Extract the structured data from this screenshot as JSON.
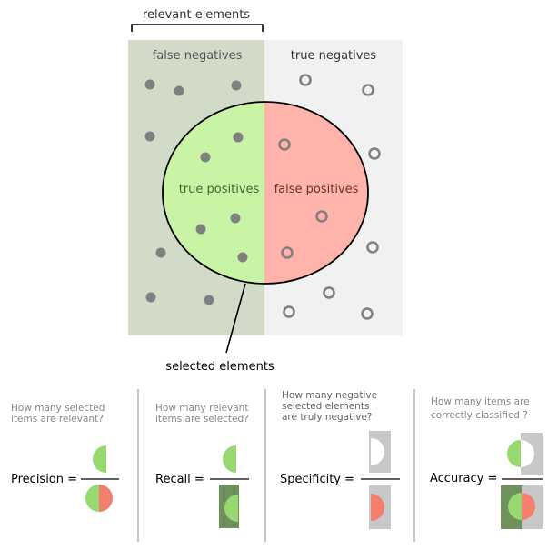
{
  "top": {
    "relevant_label": "relevant elements",
    "false_negatives": "false negatives",
    "true_negatives": "true negatives",
    "true_positives": "true positives",
    "false_positives": "false positives",
    "selected_label": "selected elements"
  },
  "colors": {
    "relevant_bg": "#d2dbc8",
    "negative_bg": "#f1f1f1",
    "tp_fill": "#c9f4a6",
    "fp_fill": "#ffb3aa",
    "dot": "#808080",
    "text_dark": "#333333",
    "text_region": "#555555",
    "text_question": "#888888",
    "green_half": "#97d870",
    "red_half": "#f37f6f",
    "dark_green_rect": "#6f925c",
    "grey_rect": "#c8c8c8"
  },
  "metrics": [
    {
      "question_line1": "How many selected",
      "question_line2": "items are relevant?",
      "label": "Precision ="
    },
    {
      "question_line1": "How many relevant",
      "question_line2": "items are selected?",
      "label": "Recall ="
    },
    {
      "question_line1": "How many negative",
      "question_line2": "selected elements",
      "question_line3": "are truly negative?",
      "label": "Specificity ="
    },
    {
      "question_line1": "How many items are",
      "question_line2": "correctly classified ?",
      "label": "Accuracy ="
    }
  ]
}
